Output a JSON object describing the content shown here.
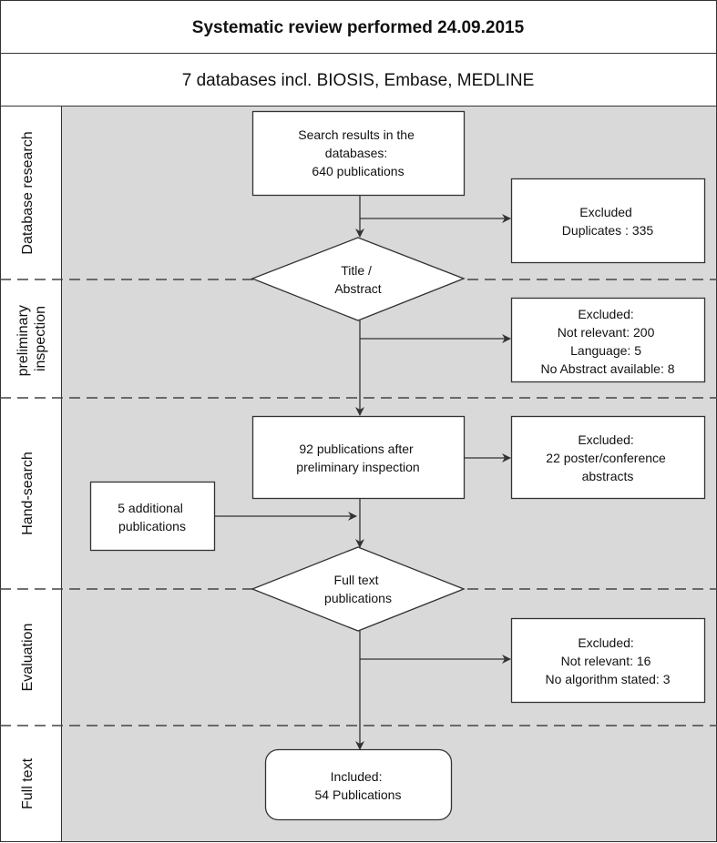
{
  "header": {
    "title": "Systematic review performed 24.09.2015",
    "subtitle": "7 databases incl. BIOSIS, Embase, MEDLINE"
  },
  "phases": [
    {
      "label": [
        "Database research"
      ]
    },
    {
      "label": [
        "preliminary",
        "inspection"
      ]
    },
    {
      "label": [
        "Hand-search"
      ]
    },
    {
      "label": [
        "Evaluation"
      ]
    },
    {
      "label": [
        "Full text"
      ]
    }
  ],
  "nodes": {
    "search": [
      "Search results in the",
      "databases:",
      "640 publications"
    ],
    "excl_dup": [
      "Excluded",
      "Duplicates : 335"
    ],
    "title_abstract": [
      "Title /",
      "Abstract"
    ],
    "excl_prelim": [
      "Excluded:",
      "Not relevant: 200",
      "Language: 5",
      "No Abstract available: 8"
    ],
    "after_prelim": [
      "92 publications after",
      "preliminary inspection"
    ],
    "excl_poster": [
      "Excluded:",
      "22 poster/conference",
      "abstracts"
    ],
    "additional": [
      "5 additional",
      "publications"
    ],
    "full_text": [
      "Full text",
      "publications"
    ],
    "excl_eval": [
      "Excluded:",
      "Not relevant: 16",
      "No algorithm stated: 3"
    ],
    "included": [
      "Included:",
      "54 Publications"
    ]
  },
  "colors": {
    "panel": "#d9d9d9",
    "stroke": "#333333",
    "box_fill": "#ffffff"
  }
}
